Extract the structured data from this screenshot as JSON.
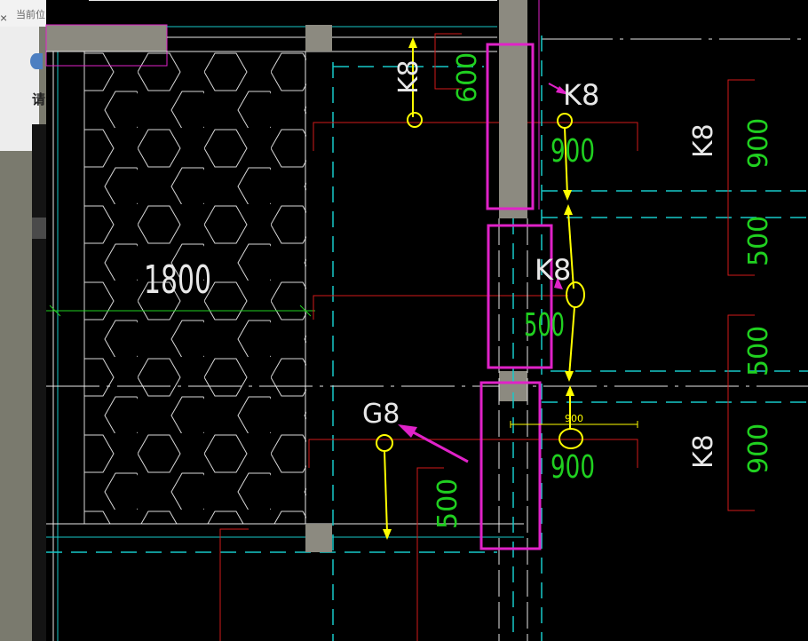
{
  "panel": {
    "breadcrumb": "当前位",
    "close_glyph": "×",
    "prompt_char": "请"
  },
  "drawing": {
    "dimension_1800": "1800",
    "beam_labels": {
      "k8_top_vertical": "K8",
      "k8_top_right": "K8",
      "k8_middle": "K8",
      "k8_far_right_top": "K8",
      "k8_far_right_bottom": "K8",
      "g8": "G8"
    },
    "dimensions": {
      "d600": "600",
      "d900_top": "900",
      "d500_middle": "500",
      "d900_bottom": "900",
      "d900_small": "900",
      "d500_left": "500",
      "d900_right_top": "900",
      "d500_right": "500",
      "d500_right_2": "500",
      "d900_right_bottom": "900"
    }
  },
  "colors": {
    "background": "#000000",
    "cyan_line": "#17c9c9",
    "red_line": "#d21a1a",
    "green_text": "#20d020",
    "white_text": "#e8e8e8",
    "magenta_box": "#e022c8",
    "yellow_annotation": "#ffff00",
    "column_fill": "#8c8a80"
  }
}
